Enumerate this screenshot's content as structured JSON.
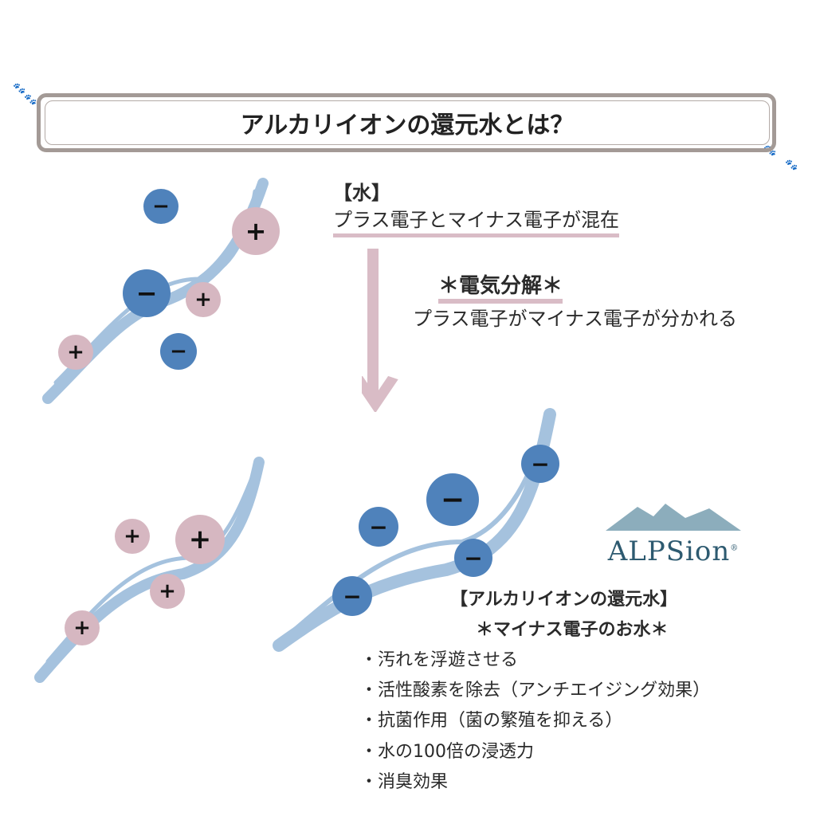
{
  "title": "アルカリイオンの還元水とは？",
  "water": {
    "heading": "【水】",
    "desc": "プラス電子とマイナス電子が混在"
  },
  "electrolysis": {
    "heading": "＊電気分解＊",
    "desc": "プラス電子がマイナス電子が分かれる"
  },
  "signs": {
    "plus": "+",
    "minus": "−"
  },
  "result": {
    "heading": "【アルカリイオンの還元水】",
    "subheading": "＊マイナス電子のお水＊",
    "items": [
      "・汚れを浮遊させる",
      "・活性酸素を除去（アンチエイジング効果）",
      "・抗菌作用（菌の繁殖を抑える）",
      "・水の100倍の浸透力",
      "・消臭効果"
    ]
  },
  "logo": {
    "text": "ALPSion",
    "mark": "®"
  },
  "colors": {
    "plus": "#d6b7c1",
    "minus": "#4f82bb",
    "frame": "#a39a96"
  }
}
